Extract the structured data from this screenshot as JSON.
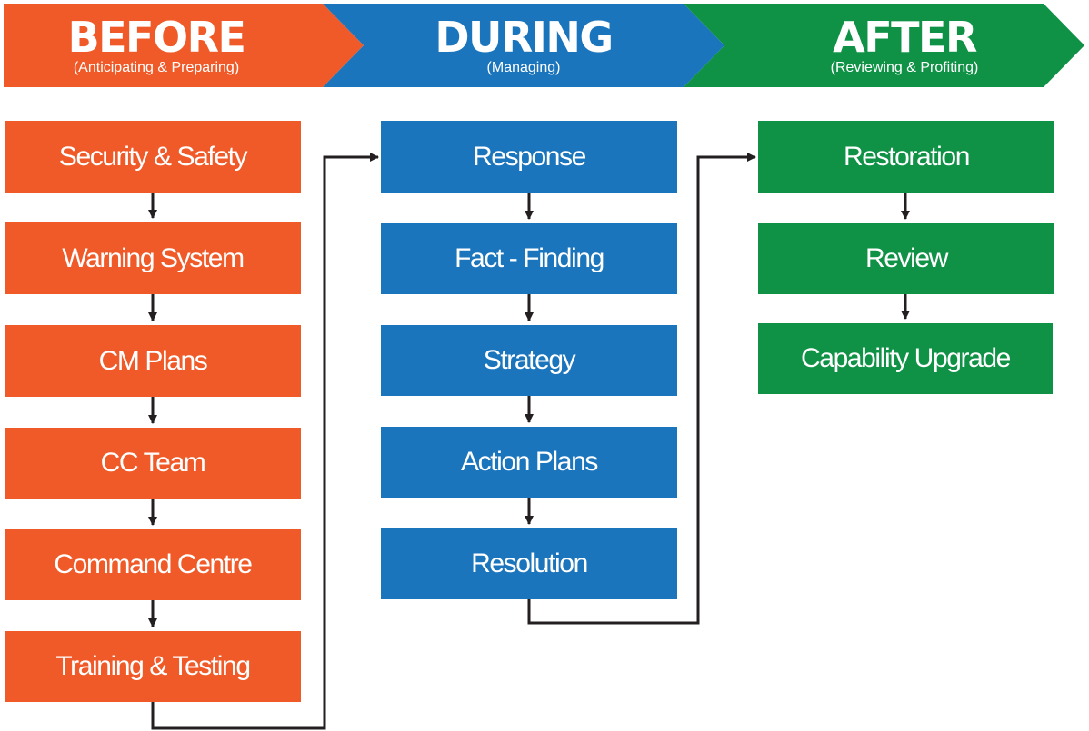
{
  "phases": {
    "before": {
      "title": "BEFORE",
      "subtitle": "(Anticipating & Preparing)",
      "color": "#f05a28",
      "steps": [
        "Security & Safety",
        "Warning System",
        "CM Plans",
        "CC Team",
        "Command Centre",
        "Training & Testing"
      ]
    },
    "during": {
      "title": "DURING",
      "subtitle": "(Managing)",
      "color": "#1b75bc",
      "steps": [
        "Response",
        "Fact - Finding",
        "Strategy",
        "Action Plans",
        "Resolution"
      ]
    },
    "after": {
      "title": "AFTER",
      "subtitle": "(Reviewing & Profiting)",
      "color": "#0f9246",
      "steps": [
        "Restoration",
        "Review",
        "Capability Upgrade"
      ]
    }
  },
  "connector_color": "#231f20"
}
